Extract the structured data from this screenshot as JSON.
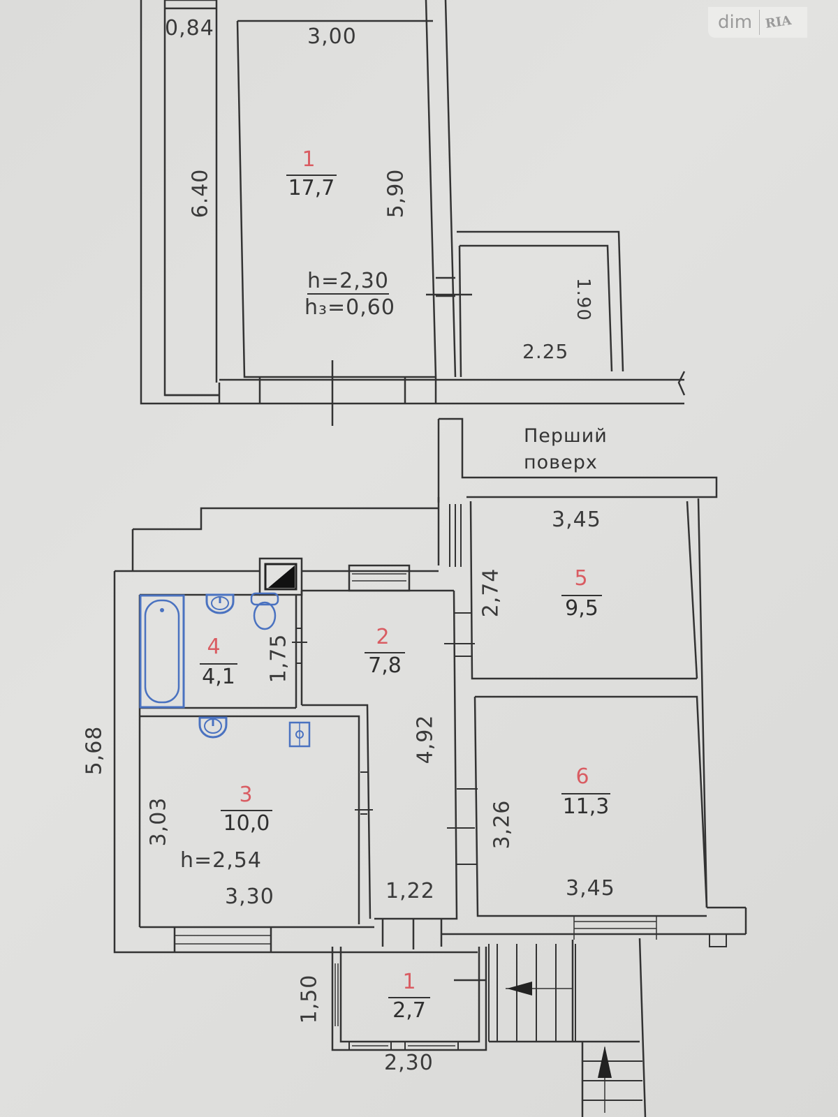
{
  "watermark": {
    "brand": "dim",
    "partner": "RIA"
  },
  "floor_label": {
    "line1": "Перший",
    "line2": "поверх"
  },
  "upper_block": {
    "room": {
      "number": "1",
      "area": "17,7"
    },
    "dims": {
      "corridor_width": "0,84",
      "room_width": "3,00",
      "corridor_length": "6.40",
      "room_length": "5,90",
      "annex_length": "1.90",
      "annex_width": "2.25"
    },
    "heights": {
      "h": "h=2,30",
      "h3": "h₃=0,60"
    }
  },
  "lower_block": {
    "rooms": [
      {
        "number": "1",
        "area": "2,7"
      },
      {
        "number": "2",
        "area": "7,8"
      },
      {
        "number": "3",
        "area": "10,0"
      },
      {
        "number": "4",
        "area": "4,1"
      },
      {
        "number": "5",
        "area": "9,5"
      },
      {
        "number": "6",
        "area": "11,3"
      }
    ],
    "dims": {
      "overall_height": "5,68",
      "room5_width": "3,45",
      "room5_height": "2,74",
      "room4_height": "1,75",
      "room2_length": "4,92",
      "room3_height": "3,03",
      "room3_ceiling": "h=2,54",
      "room3_width": "3,30",
      "room2_width": "1,22",
      "room6_height": "3,26",
      "room6_width": "3,45",
      "vestibule_height": "1,50",
      "vestibule_width": "2,30"
    }
  },
  "colors": {
    "line": "#333333",
    "room_number": "#d95c62",
    "fixture": "#4a72c0",
    "paper": "#dcdcda"
  }
}
